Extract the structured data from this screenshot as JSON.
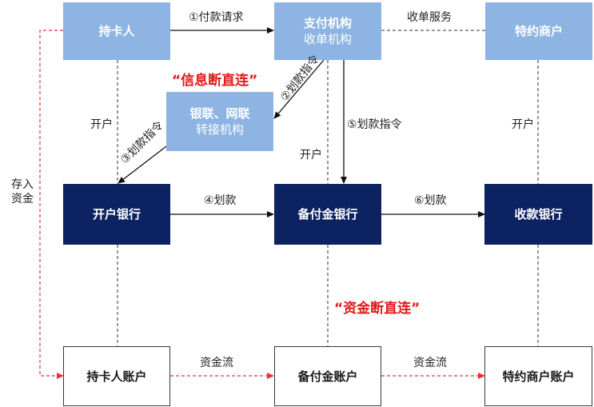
{
  "nodes": {
    "cardholder": "持卡人",
    "payment_org_line1": "支付机构",
    "payment_org_line2": "收单机构",
    "merchant": "特约商户",
    "unionpay_line1": "银联、网联",
    "unionpay_line2": "转接机构",
    "issuing_bank": "开户银行",
    "reserve_bank": "备付金银行",
    "acquiring_bank": "收款银行",
    "cardholder_account": "持卡人账户",
    "reserve_account": "备付金账户",
    "merchant_account": "特约商户账户"
  },
  "labels": {
    "step1": "①付款请求",
    "acquiring_service": "收单服务",
    "step2": "②划款指令",
    "step3": "③划款指令",
    "step4": "④划款",
    "step5": "⑤划款指令",
    "step6": "⑥划款",
    "open_account_left": "开户",
    "open_account_mid": "开户",
    "open_account_right": "开户",
    "deposit_line1": "存入",
    "deposit_line2": "资金",
    "fund_flow_1": "资金流",
    "fund_flow_2": "资金流",
    "info_disconnect": "“信息断直连”",
    "fund_disconnect": "“资金断直连”"
  },
  "colors": {
    "light_box": "#8db4e2",
    "dark_box": "#0d2260",
    "highlight_text": "#e01a1a",
    "fund_flow_line": "#e8333a"
  }
}
